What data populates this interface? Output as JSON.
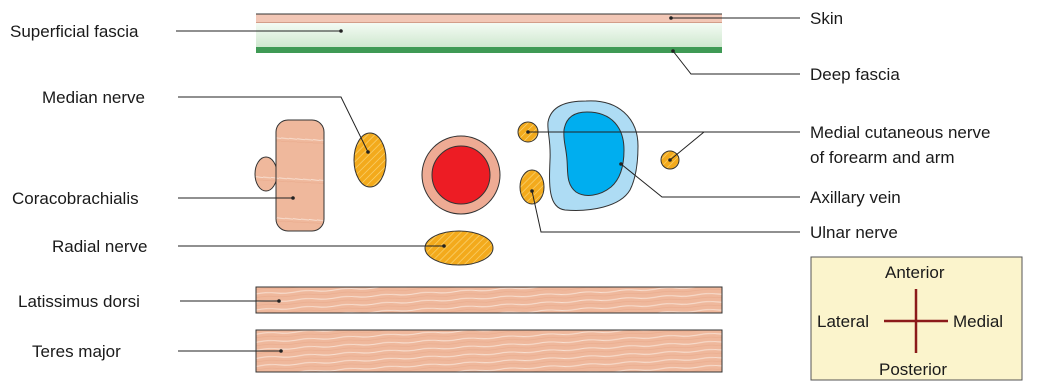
{
  "labels": {
    "superficial_fascia": "Superficial fascia",
    "skin": "Skin",
    "deep_fascia": "Deep fascia",
    "median_nerve": "Median nerve",
    "medial_cutaneous_line1": "Medial cutaneous nerve",
    "medial_cutaneous_line2": "of forearm and arm",
    "coracobrachialis": "Coracobrachialis",
    "axillary_vein": "Axillary vein",
    "ulnar_nerve": "Ulnar nerve",
    "radial_nerve": "Radial nerve",
    "latissimus_dorsi": "Latissimus dorsi",
    "teres_major": "Teres major"
  },
  "orientation": {
    "anterior": "Anterior",
    "posterior": "Posterior",
    "lateral": "Lateral",
    "medial": "Medial"
  },
  "colors": {
    "skin": "#f2c7b6",
    "superficial_fascia": "#d8ecd8",
    "deep_fascia": "#3f9a55",
    "muscle": "#efb89c",
    "muscle_stripe": "#f7dccd",
    "nerve": "#f3aa1c",
    "artery_wall": "#eeab94",
    "artery_lumen": "#ed1c24",
    "vein_wall": "#aedcf4",
    "vein_lumen": "#00aeef",
    "legend_bg": "#fbf4cc",
    "legend_cross": "#8b1a1a"
  }
}
